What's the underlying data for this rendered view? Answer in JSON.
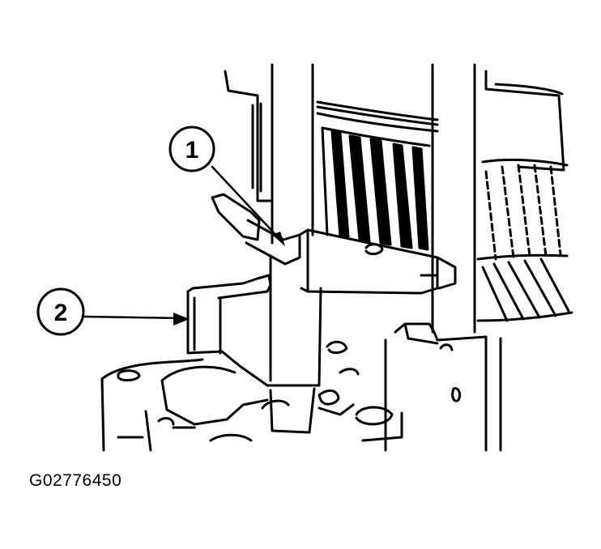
{
  "diagram": {
    "callouts": [
      {
        "number": "1"
      },
      {
        "number": "2"
      }
    ],
    "figure_id": "G02776450"
  }
}
